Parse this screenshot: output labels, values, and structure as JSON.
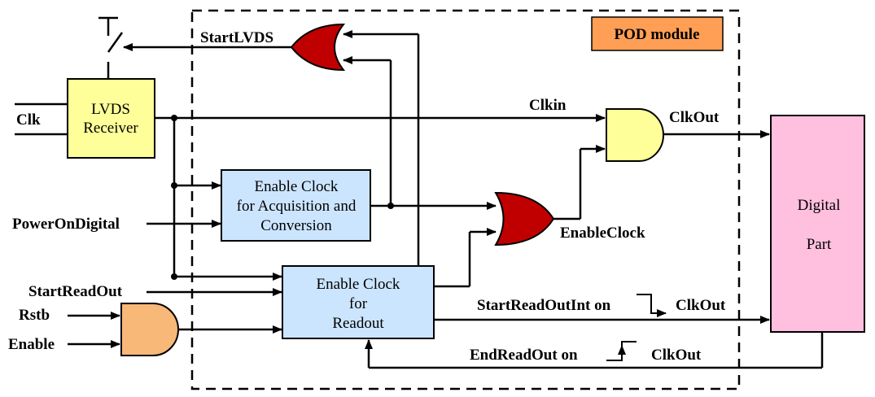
{
  "module_label": "POD module",
  "blocks": {
    "lvds_receiver": [
      "LVDS",
      "Receiver"
    ],
    "enable_clock_acq": [
      "Enable Clock",
      "for Acquisition and",
      "Conversion"
    ],
    "enable_clock_readout": [
      "Enable Clock",
      "for",
      "Readout"
    ],
    "digital_part": [
      "Digital",
      "Part"
    ]
  },
  "signals": {
    "start_lvds": "StartLVDS",
    "clk": "Clk",
    "clkin": "Clkin",
    "clkout": "ClkOut",
    "power_on_digital": "PowerOnDigital",
    "enable_clock": "EnableClock",
    "start_readout": "StartReadOut",
    "rstb": "Rstb",
    "enable": "Enable",
    "start_readout_int_on": "StartReadOutInt on",
    "start_readout_int_clk": "ClkOut",
    "end_readout_on": "EndReadOut on",
    "end_readout_clk": "ClkOut"
  },
  "colors": {
    "lvds_receiver": "#ffff99",
    "enable_clock_blocks": "#cce5ff",
    "digital_part": "#ffbfdf",
    "pod_label": "#ff9f55",
    "or_gates": "#c00000",
    "and_gate_clkout": "#ffff99",
    "and_gate_rstb": "#f8b878"
  }
}
